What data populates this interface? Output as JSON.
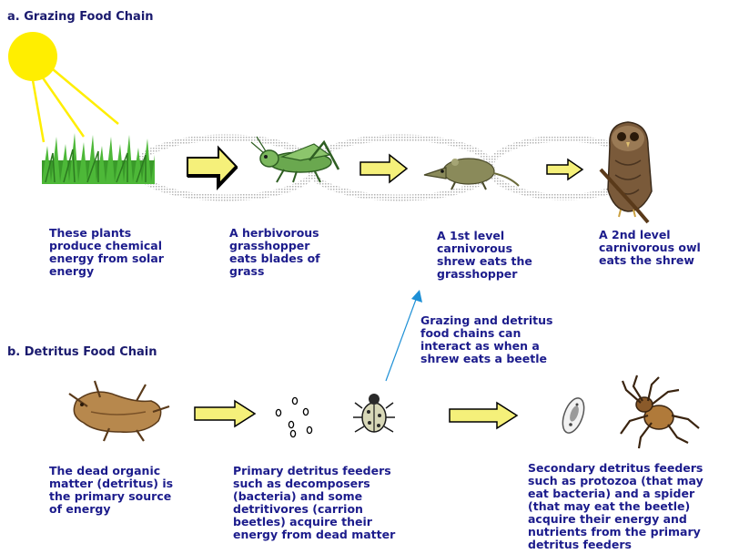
{
  "grazing": {
    "title": "a. Grazing Food Chain",
    "captions": {
      "plants": "These plants\nproduce chemical\nenergy from solar\nenergy",
      "grasshopper": "A herbivorous\ngrasshopper\neats blades of\ngrass",
      "shrew": "A 1st level\ncarnivorous\nshrew eats the\ngrasshopper",
      "owl": "A 2nd level\ncarnivorous owl\neats the shrew"
    }
  },
  "interaction_note": "Grazing and detritus\nfood chains can\ninteract as when a\nshrew eats a beetle",
  "detritus": {
    "title": "b. Detritus Food Chain",
    "captions": {
      "dead_matter": "The dead organic\nmatter (detritus) is\nthe primary source\nof energy",
      "primary_feeders": "Primary detritus feeders\nsuch as decomposers\n(bacteria) and some\ndetritivores (carrion\nbeetles) acquire their\nenergy from dead matter",
      "secondary_feeders": "Secondary detritus feeders\nsuch as protozoa (that may\neat bacteria) and a spider\n(that may eat the beetle)\nacquire their energy and\nnutrients from the primary\ndetritus feeders"
    }
  },
  "colors": {
    "text": "#1c1c8c",
    "arrow_fill": "#f5f07a",
    "sun": "#ffee00",
    "link_arrow": "#1e90d6"
  }
}
